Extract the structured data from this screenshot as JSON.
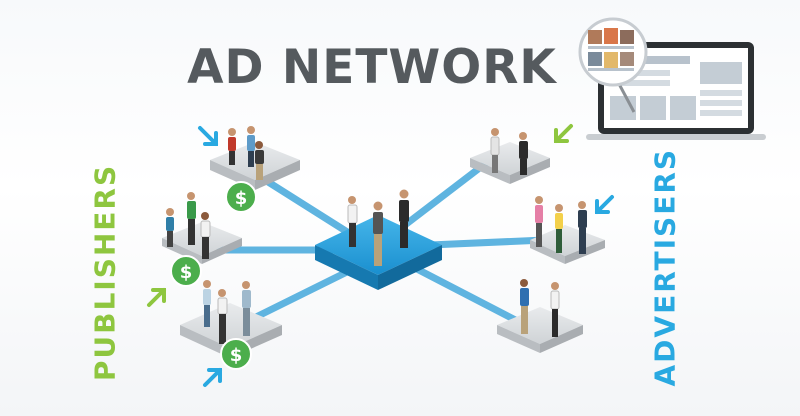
{
  "title": "AD NETWORK",
  "labels": {
    "publishers": "PUBLISHERS",
    "advertisers": "ADVERTISERS"
  },
  "badges": {
    "dollar_symbol": "$"
  },
  "colors": {
    "title_gray": "#555a5e",
    "publisher_green": "#8ec63f",
    "advertiser_blue": "#29a9e1",
    "hub_blue": "#1e9ad6",
    "connector_blue": "#5fb4e0",
    "platform_gray": "#d5d8db"
  },
  "icons": [
    "dollar-badge-icon",
    "arrow-icon",
    "laptop-icon",
    "magnifier-icon",
    "person-icon"
  ]
}
